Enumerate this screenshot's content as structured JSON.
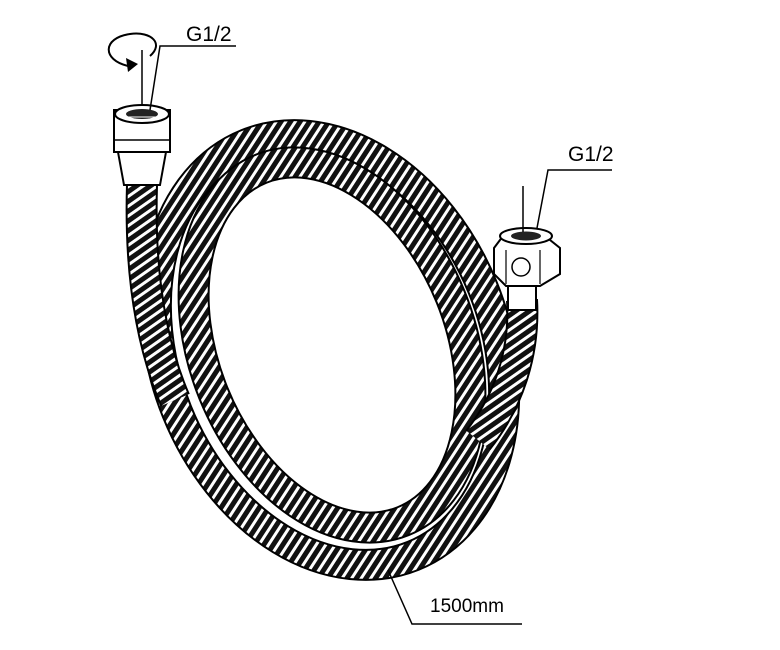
{
  "labels": {
    "thread_left": "G1/2",
    "thread_right": "G1/2",
    "length": "1500mm"
  },
  "colors": {
    "line": "#000000",
    "background": "#ffffff"
  },
  "icons": {
    "rotation": "rotate-arrow-icon"
  }
}
